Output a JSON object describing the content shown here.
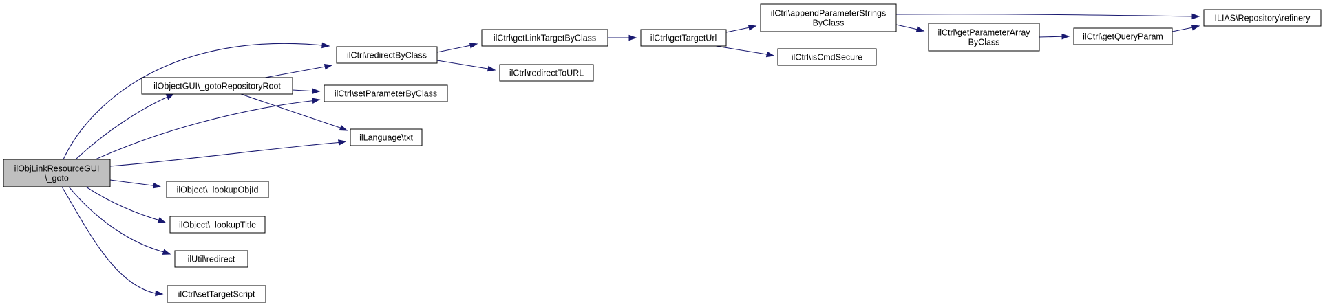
{
  "graph": {
    "type": "call-graph",
    "colors": {
      "edge": "#191970",
      "root_fill": "#bfbfbf",
      "node_fill": "#ffffff",
      "border": "#000000"
    },
    "nodes": [
      {
        "id": "goto",
        "lines": [
          "ilObjLinkResourceGUI",
          "\\_goto"
        ],
        "root": true
      },
      {
        "id": "redirectByClass",
        "lines": [
          "ilCtrl\\redirectByClass"
        ]
      },
      {
        "id": "gotoRepositoryRoot",
        "lines": [
          "ilObjectGUI\\_gotoRepositoryRoot"
        ]
      },
      {
        "id": "setParameterByClass",
        "lines": [
          "ilCtrl\\setParameterByClass"
        ]
      },
      {
        "id": "txt",
        "lines": [
          "ilLanguage\\txt"
        ]
      },
      {
        "id": "lookupObjId",
        "lines": [
          "ilObject\\_lookupObjId"
        ]
      },
      {
        "id": "lookupTitle",
        "lines": [
          "ilObject\\_lookupTitle"
        ]
      },
      {
        "id": "utilRedirect",
        "lines": [
          "ilUtil\\redirect"
        ]
      },
      {
        "id": "setTargetScript",
        "lines": [
          "ilCtrl\\setTargetScript"
        ]
      },
      {
        "id": "getLinkTargetByClass",
        "lines": [
          "ilCtrl\\getLinkTargetByClass"
        ]
      },
      {
        "id": "redirectToURL",
        "lines": [
          "ilCtrl\\redirectToURL"
        ]
      },
      {
        "id": "getTargetUrl",
        "lines": [
          "ilCtrl\\getTargetUrl"
        ]
      },
      {
        "id": "appendParameterStringsByClass",
        "lines": [
          "ilCtrl\\appendParameterStrings",
          "ByClass"
        ]
      },
      {
        "id": "isCmdSecure",
        "lines": [
          "ilCtrl\\isCmdSecure"
        ]
      },
      {
        "id": "getParameterArrayByClass",
        "lines": [
          "ilCtrl\\getParameterArray",
          "ByClass"
        ]
      },
      {
        "id": "getQueryParam",
        "lines": [
          "ilCtrl\\getQueryParam"
        ]
      },
      {
        "id": "refinery",
        "lines": [
          "ILIAS\\Repository\\refinery"
        ]
      }
    ],
    "edges": [
      [
        "goto",
        "redirectByClass"
      ],
      [
        "goto",
        "gotoRepositoryRoot"
      ],
      [
        "goto",
        "setParameterByClass"
      ],
      [
        "goto",
        "txt"
      ],
      [
        "goto",
        "lookupObjId"
      ],
      [
        "goto",
        "lookupTitle"
      ],
      [
        "goto",
        "utilRedirect"
      ],
      [
        "goto",
        "setTargetScript"
      ],
      [
        "gotoRepositoryRoot",
        "redirectByClass"
      ],
      [
        "gotoRepositoryRoot",
        "setParameterByClass"
      ],
      [
        "gotoRepositoryRoot",
        "txt"
      ],
      [
        "redirectByClass",
        "getLinkTargetByClass"
      ],
      [
        "redirectByClass",
        "redirectToURL"
      ],
      [
        "getLinkTargetByClass",
        "getTargetUrl"
      ],
      [
        "getTargetUrl",
        "appendParameterStringsByClass"
      ],
      [
        "getTargetUrl",
        "isCmdSecure"
      ],
      [
        "appendParameterStringsByClass",
        "refinery"
      ],
      [
        "appendParameterStringsByClass",
        "getParameterArrayByClass"
      ],
      [
        "getParameterArrayByClass",
        "getQueryParam"
      ],
      [
        "getQueryParam",
        "refinery"
      ]
    ]
  }
}
